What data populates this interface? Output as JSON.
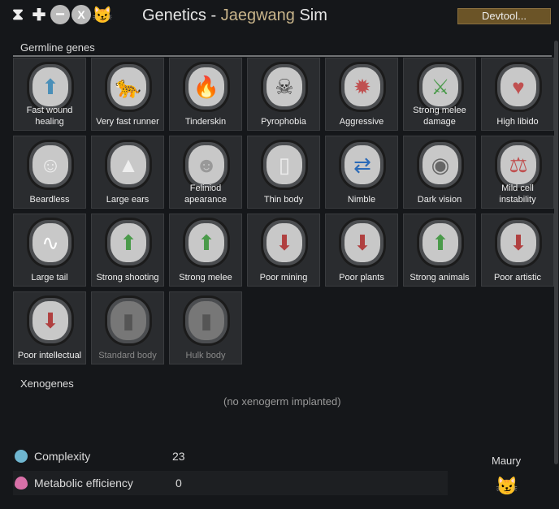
{
  "header": {
    "title_prefix": "Genetics - ",
    "pawn_name": "Jaegwang",
    "title_suffix": " Sim",
    "devtool_label": "Devtool...",
    "icons": [
      "dna-icon",
      "plus-icon",
      "minus-icon",
      "x-icon",
      "cat-face-icon"
    ]
  },
  "germline": {
    "title": "Germline genes",
    "genes": [
      {
        "label": "Fast wound healing",
        "icon": "⬆",
        "color": "#4a8fb8"
      },
      {
        "label": "Very fast runner",
        "icon": "🐆",
        "color": "#4a9a4a"
      },
      {
        "label": "Tinderskin",
        "icon": "🔥",
        "color": "#b5652a"
      },
      {
        "label": "Pyrophobia",
        "icon": "☠",
        "color": "#333"
      },
      {
        "label": "Aggressive",
        "icon": "✹",
        "color": "#c05050"
      },
      {
        "label": "Strong melee damage",
        "icon": "⚔",
        "color": "#4a9a4a"
      },
      {
        "label": "High libido",
        "icon": "♥",
        "color": "#c05050"
      },
      {
        "label": "Beardless",
        "icon": "☺",
        "color": "#eee"
      },
      {
        "label": "Large ears",
        "icon": "▲",
        "color": "#eee"
      },
      {
        "label": "Feliniod apearance",
        "icon": "☻",
        "color": "#999"
      },
      {
        "label": "Thin body",
        "icon": "▯",
        "color": "#eee"
      },
      {
        "label": "Nimble",
        "icon": "⇄",
        "color": "#2a6ab8"
      },
      {
        "label": "Dark vision",
        "icon": "◉",
        "color": "#666"
      },
      {
        "label": "Mild cell instability",
        "icon": "⚖",
        "color": "#c05050"
      },
      {
        "label": "Large tail",
        "icon": "∿",
        "color": "#fff"
      },
      {
        "label": "Strong shooting",
        "icon": "⬆",
        "color": "#4a9a4a"
      },
      {
        "label": "Strong melee",
        "icon": "⬆",
        "color": "#4a9a4a"
      },
      {
        "label": "Poor mining",
        "icon": "⬇",
        "color": "#b04040"
      },
      {
        "label": "Poor plants",
        "icon": "⬇",
        "color": "#b04040"
      },
      {
        "label": "Strong animals",
        "icon": "⬆",
        "color": "#4a9a4a"
      },
      {
        "label": "Poor artistic",
        "icon": "⬇",
        "color": "#b04040"
      },
      {
        "label": "Poor intellectual",
        "icon": "⬇",
        "color": "#b04040"
      },
      {
        "label": "Standard body",
        "icon": "▮",
        "color": "#555",
        "dim": true
      },
      {
        "label": "Hulk body",
        "icon": "▮",
        "color": "#555",
        "dim": true
      }
    ]
  },
  "xenogenes": {
    "title": "Xenogenes",
    "empty_text": "(no xenogerm implanted)"
  },
  "stats": [
    {
      "label": "Complexity",
      "value": "23",
      "color": "#6fb6d0"
    },
    {
      "label": "Metabolic efficiency",
      "value": "0",
      "color": "#d870a8"
    }
  ],
  "xenotype": {
    "name": "Maury",
    "icon": "cat-face-icon"
  }
}
